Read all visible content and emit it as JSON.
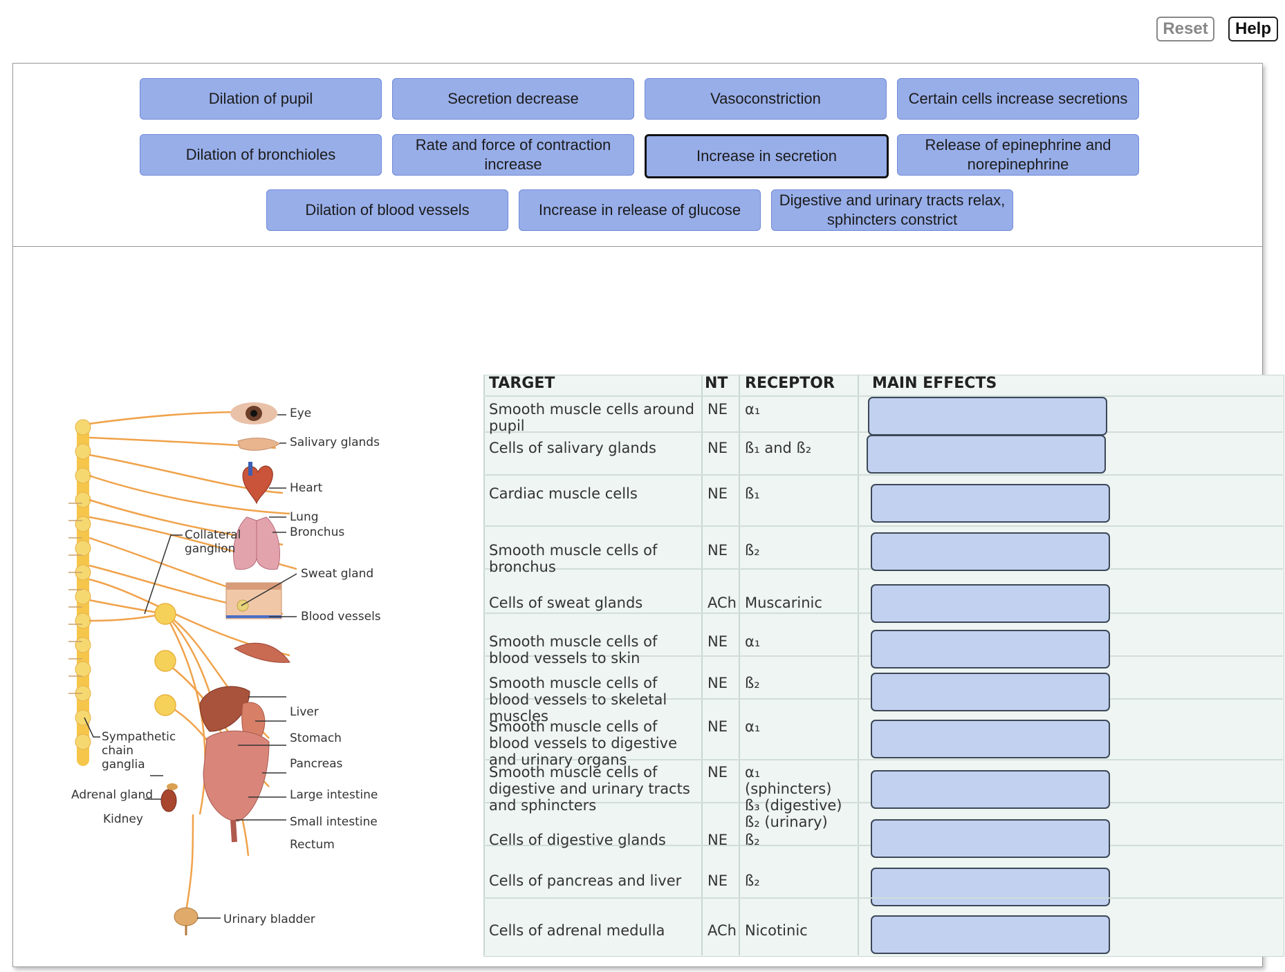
{
  "toolbar": {
    "reset_label": "Reset",
    "help_label": "Help"
  },
  "label_bank": [
    "Dilation of pupil",
    "Secretion decrease",
    "Vasoconstriction",
    "Certain cells increase secretions",
    "Dilation of bronchioles",
    "Rate and force of contraction increase",
    "Increase in secretion",
    "Release of epinephrine and norepinephrine",
    "Dilation of blood vessels",
    "Increase in release of glucose",
    "Digestive and urinary tracts relax, sphincters constrict"
  ],
  "selected_label": "Increase in secretion",
  "table": {
    "headers": {
      "target": "TARGET",
      "nt": "NT",
      "receptor": "RECEPTOR",
      "effects": "MAIN EFFECTS"
    },
    "rows": [
      {
        "target": "Smooth muscle cells  around pupil",
        "nt": "NE",
        "receptor": "α₁"
      },
      {
        "target": "Cells of salivary glands",
        "nt": "NE",
        "receptor": "ß₁ and ß₂"
      },
      {
        "target": "Cardiac muscle cells",
        "nt": "NE",
        "receptor": "ß₁"
      },
      {
        "target": "Smooth muscle cells of bronchus",
        "nt": "NE",
        "receptor": "ß₂"
      },
      {
        "target": "Cells of sweat glands",
        "nt": "ACh",
        "receptor": "Muscarinic"
      },
      {
        "target": "Smooth muscle cells of blood vessels to skin",
        "nt": "NE",
        "receptor": "α₁"
      },
      {
        "target": "Smooth muscle cells of blood vessels to skeletal muscles",
        "nt": "NE",
        "receptor": "ß₂"
      },
      {
        "target": "Smooth muscle cells of blood vessels to digestive and urinary organs",
        "nt": "NE",
        "receptor": "α₁"
      },
      {
        "target": "Smooth muscle cells of digestive and urinary tracts and sphincters",
        "nt": "NE",
        "receptor": "α₁ (sphincters) ß₃ (digestive) ß₂ (urinary)"
      },
      {
        "target": "Cells of digestive glands",
        "nt": "NE",
        "receptor": "ß₂"
      },
      {
        "target": "Cells of pancreas and liver",
        "nt": "NE",
        "receptor": "ß₂"
      },
      {
        "target": "Cells of adrenal medulla",
        "nt": "ACh",
        "receptor": "Nicotinic"
      }
    ]
  },
  "anatomy_labels": {
    "eye": "Eye",
    "salivary": "Salivary glands",
    "heart": "Heart",
    "lung": "Lung",
    "bronchus": "Bronchus",
    "collateral_1": "Collateral",
    "collateral_2": "ganglion",
    "sweat": "Sweat gland",
    "blood_vessels": "Blood vessels",
    "liver": "Liver",
    "stomach": "Stomach",
    "pancreas": "Pancreas",
    "large_intestine": "Large intestine",
    "small_intestine": "Small intestine",
    "rectum": "Rectum",
    "sympathetic_1": "Sympathetic",
    "sympathetic_2": "chain",
    "sympathetic_3": "ganglia",
    "adrenal": "Adrenal gland",
    "kidney": "Kidney",
    "bladder": "Urinary bladder"
  },
  "colors": {
    "tile": "#98aee9",
    "drop_zone": "#c1d1ef",
    "nerve": "#f0a24a",
    "ganglion": "#f6c64a",
    "table_bg": "#eef5f2"
  }
}
